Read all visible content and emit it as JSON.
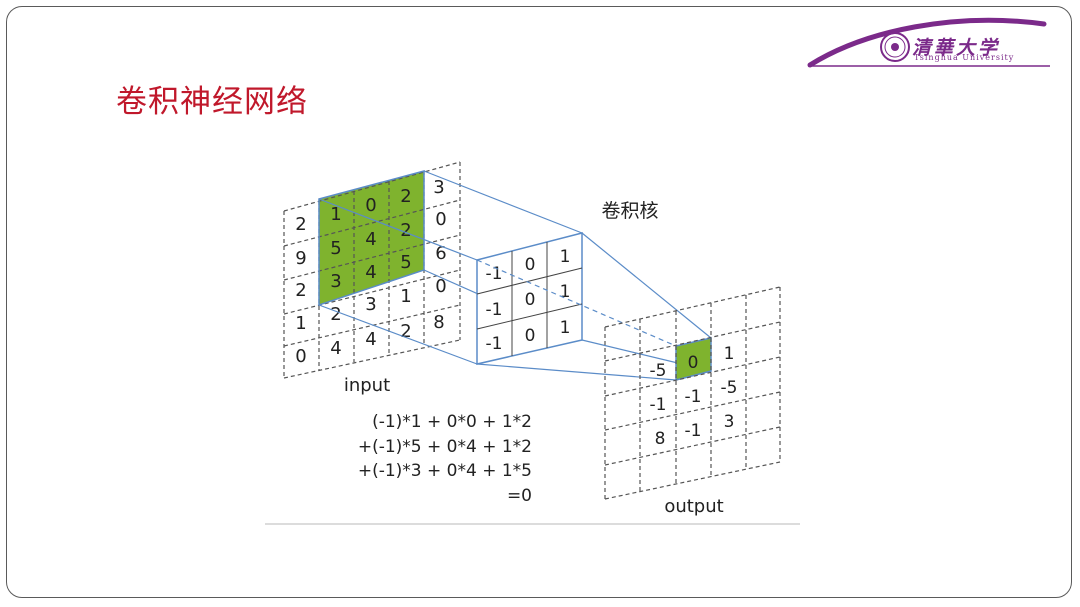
{
  "title": "卷积神经网络",
  "logo": {
    "name_cn": "清華大学",
    "name_en": "Tsinghua University",
    "color": "#7b2a8a"
  },
  "diagram": {
    "input_label": "input",
    "kernel_label": "卷积核",
    "output_label": "output",
    "highlight_color": "#7fb32e",
    "input_grid": [
      [
        "",
        "",
        "",
        "3"
      ],
      [
        "2",
        "1",
        "0",
        "2",
        "0"
      ],
      [
        "9",
        "5",
        "4",
        "2",
        "6"
      ],
      [
        "2",
        "3",
        "4",
        "5",
        "0"
      ],
      [
        "1",
        "2",
        "3",
        "1",
        "8"
      ],
      [
        "0",
        "4",
        "4",
        "2",
        ""
      ]
    ],
    "kernel_grid": [
      [
        "-1",
        "0",
        "1"
      ],
      [
        "-1",
        "0",
        "1"
      ],
      [
        "-1",
        "0",
        "1"
      ]
    ],
    "output_grid": [
      [
        "-5",
        "0",
        "1"
      ],
      [
        "-1",
        "-1",
        "-5"
      ],
      [
        "8",
        "-1",
        "3"
      ]
    ]
  },
  "formula": [
    "(-1)*1 +  0*0 + 1*2",
    "+(-1)*5 +  0*4 + 1*2",
    "+(-1)*3 +  0*4 + 1*5",
    "=0"
  ]
}
